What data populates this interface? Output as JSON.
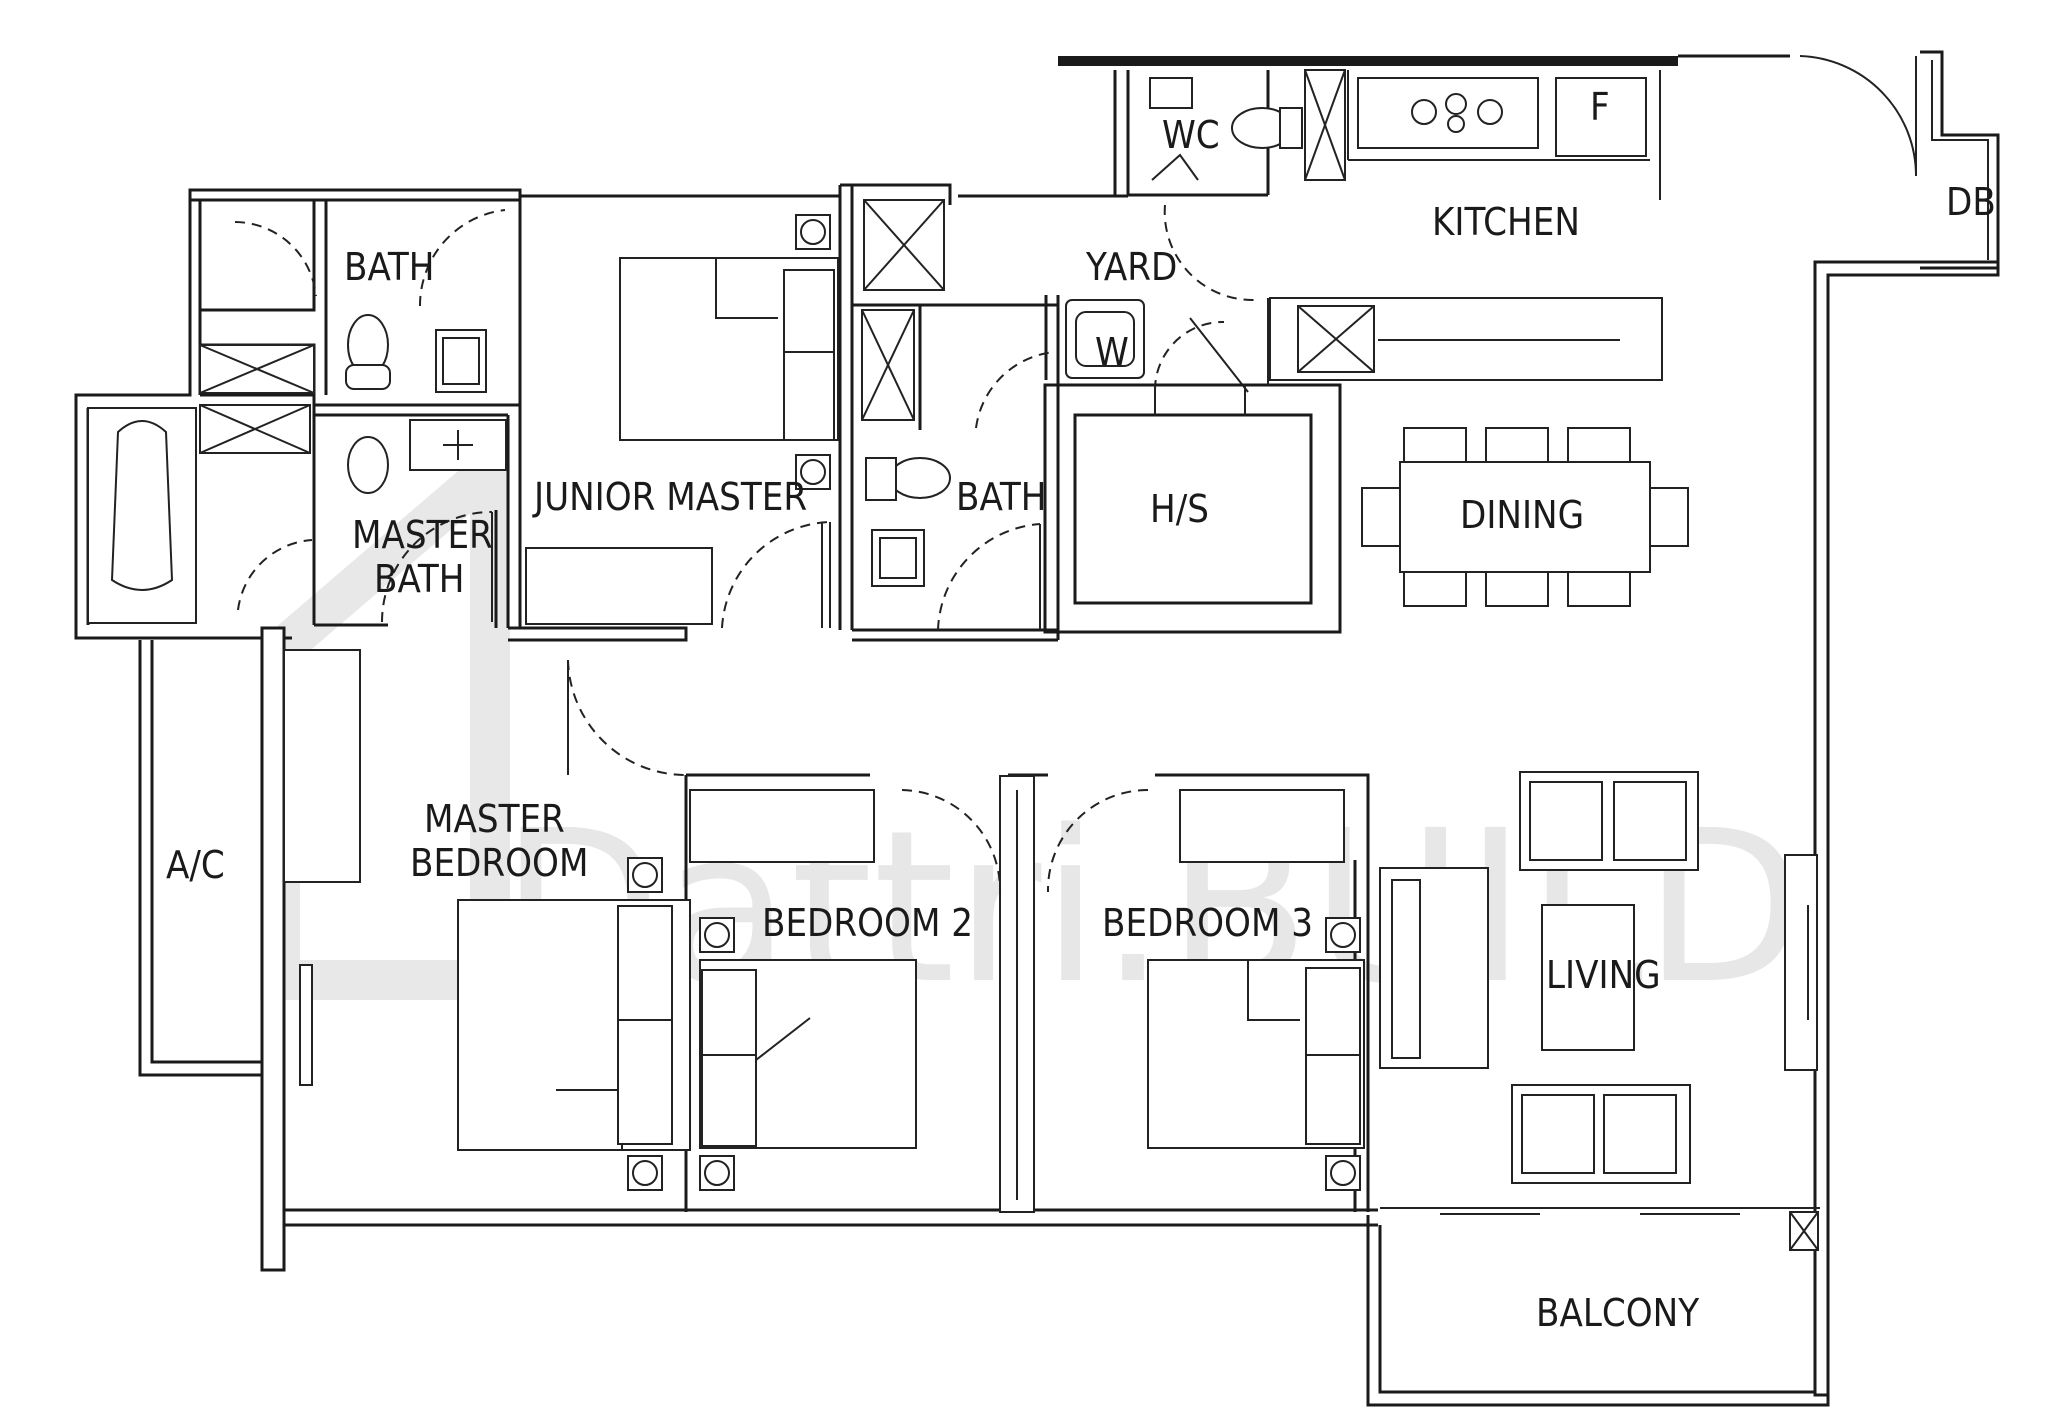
{
  "rooms": {
    "wc": "WC",
    "kitchen": "KITCHEN",
    "fridge": "F",
    "db": "DB",
    "bath_top": "BATH",
    "yard": "YARD",
    "washer": "W",
    "junior_master": "JUNIOR  MASTER",
    "bath_mid": "BATH",
    "hs": "H/S",
    "dining": "DINING",
    "master_bath_1": "MASTER",
    "master_bath_2": "BATH",
    "ac": "A/C",
    "master_bedroom_1": "MASTER",
    "master_bedroom_2": "BEDROOM",
    "bedroom2": "BEDROOM  2",
    "bedroom3": "BEDROOM  3",
    "living": "LIVING",
    "balcony": "BALCONY"
  },
  "watermark": "Dattri.BUILD"
}
